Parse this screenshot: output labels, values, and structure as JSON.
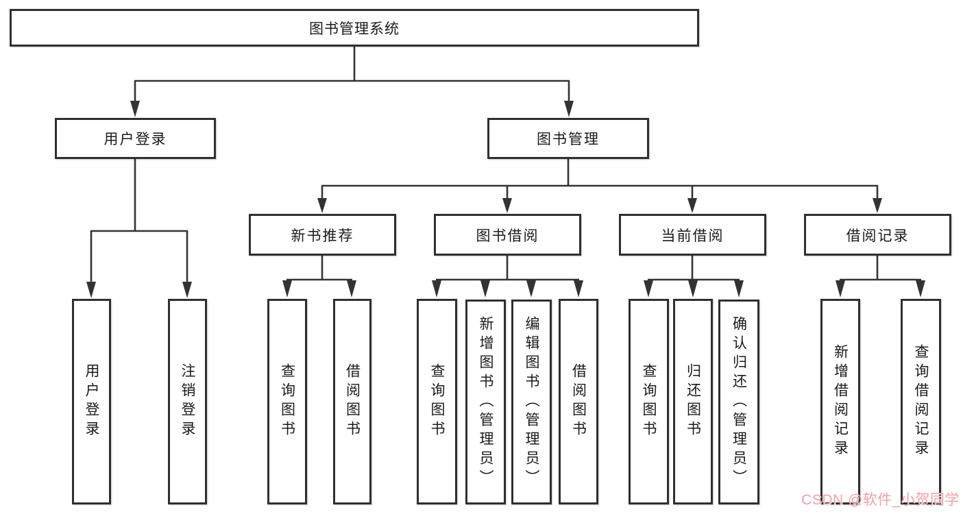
{
  "diagram": {
    "root": {
      "label": "图书管理系统"
    },
    "level2": [
      {
        "label": "用户登录"
      },
      {
        "label": "图书管理"
      }
    ],
    "level3": [
      {
        "label": "新书推荐"
      },
      {
        "label": "图书借阅"
      },
      {
        "label": "当前借阅"
      },
      {
        "label": "借阅记录"
      }
    ],
    "leaves": {
      "user_login": [
        "用户登录",
        "注销登录"
      ],
      "new_book": [
        "查询图书",
        "借阅图书"
      ],
      "borrow": [
        "查询图书",
        "新增图书（管理员）",
        "编辑图书（管理员）",
        "借阅图书"
      ],
      "current": [
        "查询图书",
        "归还图书",
        "确认归还（管理员）"
      ],
      "records": [
        "新增借阅记录",
        "查询借阅记录"
      ]
    }
  },
  "watermark": {
    "text": "CSDN @软件_小贺同学",
    "color": "#efa0a7"
  },
  "colors": {
    "line": "#333333",
    "border": "#2f2f2f",
    "text": "#1a1a1a",
    "box_bg": "#ffffff"
  }
}
